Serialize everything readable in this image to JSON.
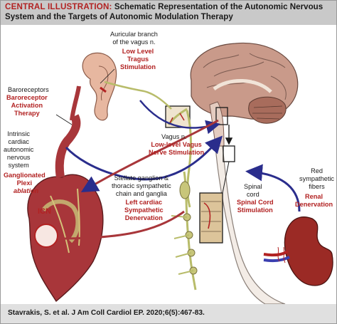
{
  "header": {
    "title_prefix": "CENTRAL ILLUSTRATION:",
    "title_rest": "Schematic Representation of the Autonomic Nervous System and the Targets of Autonomic Modulation Therapy"
  },
  "labels": {
    "auricular": [
      "Auricular branch",
      "of the vagus n."
    ],
    "tragus_therapy": [
      "Low Level",
      "Tragus",
      "Stimulation"
    ],
    "baroreceptors": "Baroreceptors",
    "baro_therapy": [
      "Baroreceptor",
      "Activation",
      "Therapy"
    ],
    "intrinsic": [
      "Intrinsic",
      "cardiac",
      "autonomic",
      "nervous",
      "system"
    ],
    "ganglionated": [
      "Ganglionated",
      "Plexi"
    ],
    "ablation": "ablation",
    "vagus": "Vagus n.",
    "vagus_therapy": [
      "Low-level Vagus",
      "Nerve Stimulation"
    ],
    "stellate": [
      "Stellate ganglion &",
      "thoracic sympathetic",
      "chain and ganglia"
    ],
    "stellate_therapy": [
      "Left cardiac",
      "Sympathetic",
      "Denervation"
    ],
    "spinal": [
      "Spinal",
      "cord"
    ],
    "spinal_therapy": [
      "Spinal Cord",
      "Stimulation"
    ],
    "red_fibers": [
      "Red",
      "sympathetic",
      "fibers"
    ],
    "renal_therapy": [
      "Renal",
      "Denervation"
    ],
    "icn": "ICN"
  },
  "footer": {
    "citation": "Stavrakis, S. et al. J Am Coll Cardiol EP. 2020;6(5):467-83."
  },
  "colors": {
    "therapy_red": "#b22222",
    "arrow_blue": "#2a2d8c",
    "header_gray": "#c9c9c9",
    "footer_gray": "#e0e0e0",
    "nerve_green": "#b8bc6a",
    "brain_pink": "#c99a8a",
    "heart_red": "#a8363a",
    "kidney_red": "#9b2a25"
  }
}
